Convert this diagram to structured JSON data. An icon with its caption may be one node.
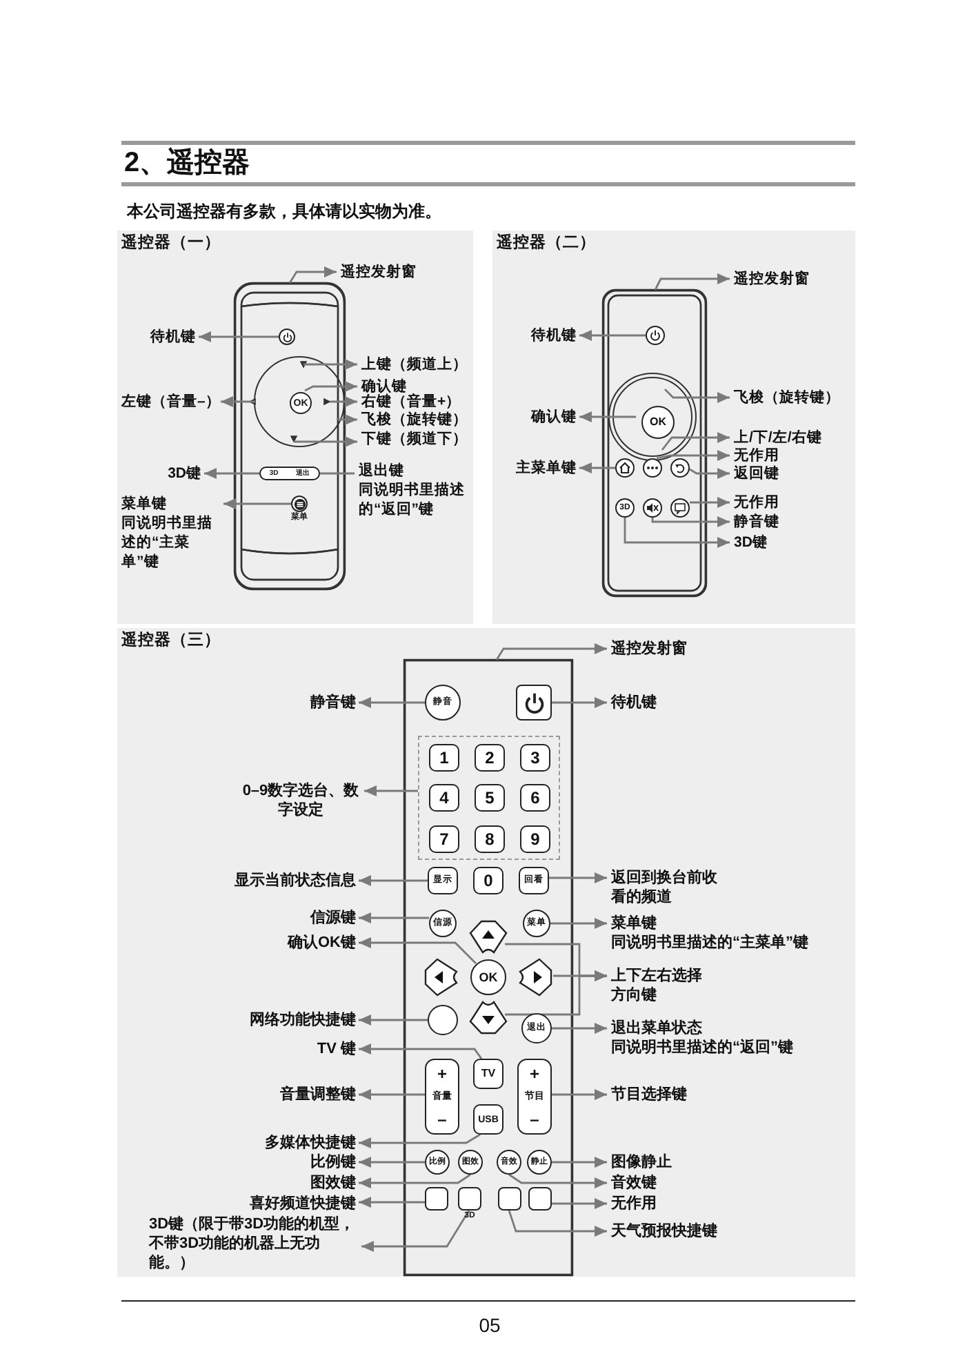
{
  "diagram": {
    "title": "2、遥控器",
    "nodes": [
      {
        "text": [
          "遥控器（一）"
        ]
      },
      {
        "text": [],
        "shape": "box",
        "in": 0
      },
      {
        "text": [
          "遥控发射窗"
        ],
        "in": 0
      },
      {
        "text": [],
        "shape": "circle",
        "in": 1
      },
      {
        "text": [
          "待机键"
        ],
        "in": 0
      },
      {
        "text": [],
        "shape": "circle",
        "in": 1
      },
      {
        "text": [
          "OK"
        ],
        "in": 5
      },
      {
        "text": [
          "上键（频道上）"
        ],
        "in": 0
      },
      {
        "text": [
          "确认键"
        ],
        "in": 0
      },
      {
        "text": [
          "右键（音量+）"
        ],
        "in": 0
      },
      {
        "text": [
          "飞梭（旋转键）"
        ],
        "in": 0
      },
      {
        "text": [
          "下键（频道下）"
        ],
        "in": 0
      },
      {
        "text": [
          "左键（音量–）"
        ],
        "in": 0
      },
      {
        "text": [
          "3D",
          "退出"
        ],
        "in": 1
      },
      {
        "text": [
          "3D键"
        ],
        "in": 0
      },
      {
        "text": [
          "退出键",
          "同说明书里描述的“返回”键"
        ],
        "in": 0
      },
      {
        "text": [],
        "shape": "circle",
        "beside": [
          "菜单"
        ],
        "in": 1
      },
      {
        "text": [
          "菜单键",
          "同说明书里描述的“主菜单”键"
        ],
        "in": 0
      },
      {
        "text": [
          "遥控器（二）"
        ]
      },
      {
        "text": [],
        "shape": "box",
        "in": 18
      },
      {
        "text": [
          "遥控发射窗"
        ],
        "in": 18
      },
      {
        "text": [],
        "shape": "circle",
        "in": 19
      },
      {
        "text": [
          "待机键"
        ],
        "in": 18
      },
      {
        "text": [],
        "shape": "circle",
        "in": 19
      },
      {
        "text": [
          "OK"
        ],
        "in": 23
      },
      {
        "text": [
          "飞梭（旋转键）"
        ],
        "in": 18
      },
      {
        "text": [
          "确认键"
        ],
        "in": 18
      },
      {
        "text": [
          "上/下/左/右键"
        ],
        "in": 18
      },
      {
        "text": [],
        "shape": "circle",
        "in": 19
      },
      {
        "text": [],
        "shape": "circle",
        "in": 19
      },
      {
        "text": [],
        "shape": "circle",
        "in": 19
      },
      {
        "text": [
          "无作用"
        ],
        "in": 18
      },
      {
        "text": [
          "返回键"
        ],
        "in": 18
      },
      {
        "text": [
          "主菜单键"
        ],
        "in": 18
      },
      {
        "text": [
          "3D"
        ],
        "in": 19
      },
      {
        "text": [],
        "shape": "circle",
        "in": 19
      },
      {
        "text": [],
        "shape": "circle",
        "in": 19
      },
      {
        "text": [
          "无作用"
        ],
        "in": 18
      },
      {
        "text": [
          "静音键"
        ],
        "in": 18
      },
      {
        "text": [
          "3D键"
        ],
        "in": 18
      },
      {
        "text": [
          "遥控器（三）"
        ]
      },
      {
        "text": [],
        "shape": "box",
        "in": 40
      },
      {
        "text": [
          "遥控发射窗"
        ],
        "in": 40
      },
      {
        "text": [
          "静音"
        ],
        "in": 41
      },
      {
        "text": [
          "静音键"
        ],
        "in": 40
      },
      {
        "text": [],
        "shape": "box",
        "in": 41
      },
      {
        "text": [
          "待机键"
        ],
        "in": 40
      },
      {
        "text": [],
        "shape": "box",
        "in": 41
      },
      {
        "text": [
          "1"
        ],
        "in": 47
      },
      {
        "text": [
          "2"
        ],
        "in": 47
      },
      {
        "text": [
          "3"
        ],
        "in": 47
      },
      {
        "text": [
          "4"
        ],
        "in": 47
      },
      {
        "text": [
          "5"
        ],
        "in": 47
      },
      {
        "text": [
          "6"
        ],
        "in": 47
      },
      {
        "text": [
          "7"
        ],
        "in": 47
      },
      {
        "text": [
          "8"
        ],
        "in": 47
      },
      {
        "text": [
          "9"
        ],
        "in": 47
      },
      {
        "text": [
          "0–9数字选台、数字设定"
        ],
        "in": 40
      },
      {
        "text": [
          "显示"
        ],
        "in": 41
      },
      {
        "text": [
          "0"
        ],
        "in": 41
      },
      {
        "text": [
          "回看"
        ],
        "in": 41
      },
      {
        "text": [
          "显示当前状态信息"
        ],
        "in": 40
      },
      {
        "text": [
          "返回到换台前收看的频道"
        ],
        "in": 40
      },
      {
        "text": [
          "信源"
        ],
        "in": 41
      },
      {
        "text": [
          "菜单"
        ],
        "in": 41
      },
      {
        "text": [
          "信源键"
        ],
        "in": 40
      },
      {
        "text": [
          "确认OK键"
        ],
        "in": 40
      },
      {
        "text": [
          "菜单键",
          "同说明书里描述的“主菜单”键"
        ],
        "in": 40
      },
      {
        "text": [],
        "shape": "box",
        "in": 41
      },
      {
        "text": [],
        "shape": "box",
        "in": 41
      },
      {
        "text": [
          "OK"
        ],
        "in": 41
      },
      {
        "text": [],
        "shape": "box",
        "in": 41
      },
      {
        "text": [],
        "shape": "box",
        "in": 41
      },
      {
        "text": [
          "上下左右选择方向键"
        ],
        "in": 40
      },
      {
        "text": [],
        "shape": "circle",
        "in": 41
      },
      {
        "text": [
          "网络功能快捷键"
        ],
        "in": 40
      },
      {
        "text": [
          "退出"
        ],
        "in": 41
      },
      {
        "text": [
          "退出菜单状态",
          "同说明书里描述的“返回”键"
        ],
        "in": 40
      },
      {
        "text": [
          "TV 键"
        ],
        "in": 40
      },
      {
        "text": [
          "TV"
        ],
        "in": 41
      },
      {
        "text": [
          "+",
          "音量",
          "–"
        ],
        "in": 41
      },
      {
        "text": [
          "音量调整键"
        ],
        "in": 40
      },
      {
        "text": [
          "+",
          "节目",
          "–"
        ],
        "in": 41
      },
      {
        "text": [
          "节目选择键"
        ],
        "in": 40
      },
      {
        "text": [
          "USB"
        ],
        "in": 41
      },
      {
        "text": [
          "多媒体快捷键"
        ],
        "in": 40
      },
      {
        "text": [
          "比例"
        ],
        "in": 41
      },
      {
        "text": [
          "图效"
        ],
        "in": 41
      },
      {
        "text": [
          "音效"
        ],
        "in": 41
      },
      {
        "text": [
          "静止"
        ],
        "in": 41
      },
      {
        "text": [
          "比例键"
        ],
        "in": 40
      },
      {
        "text": [
          "图像静止"
        ],
        "in": 40
      },
      {
        "text": [
          "图效键"
        ],
        "in": 40
      },
      {
        "text": [
          "音效键"
        ],
        "in": 40
      },
      {
        "text": [],
        "shape": "box",
        "in": 41
      },
      {
        "text": [],
        "shape": "box",
        "beside": [
          "3D"
        ],
        "in": 41
      },
      {
        "text": [],
        "shape": "box",
        "in": 41
      },
      {
        "text": [],
        "shape": "box",
        "in": 41
      },
      {
        "text": [
          "喜好频道快捷键"
        ],
        "in": 40
      },
      {
        "text": [
          "无作用"
        ],
        "in": 40
      },
      {
        "text": [
          "天气预报快捷键"
        ],
        "in": 40
      },
      {
        "text": [
          "3D键（限于带3D功能的机型，不带3D功能的机器上无功能。）"
        ],
        "in": 40
      }
    ],
    "edges": [
      {
        "from": 1,
        "to": 2,
        "arrow": "to"
      },
      {
        "from": 3,
        "to": 4,
        "arrow": "to"
      },
      {
        "from": 5,
        "to": 7,
        "arrow": "to"
      },
      {
        "from": 6,
        "to": 8,
        "arrow": "to"
      },
      {
        "from": 5,
        "to": 9,
        "arrow": "to"
      },
      {
        "from": 5,
        "to": 10,
        "arrow": "to"
      },
      {
        "from": 5,
        "to": 11,
        "arrow": "to"
      },
      {
        "from": 5,
        "to": 12,
        "arrow": "to"
      },
      {
        "from": 13,
        "to": 14,
        "arrow": "to"
      },
      {
        "from": 13,
        "to": 15,
        "arrow": "none"
      },
      {
        "from": 16,
        "to": 17,
        "arrow": "to"
      },
      {
        "from": 19,
        "to": 20,
        "arrow": "to"
      },
      {
        "from": 21,
        "to": 22,
        "arrow": "to"
      },
      {
        "from": 23,
        "to": 25,
        "arrow": "to"
      },
      {
        "from": 24,
        "to": 26,
        "arrow": "to"
      },
      {
        "from": 23,
        "to": 27,
        "arrow": "to"
      },
      {
        "from": 29,
        "to": 31,
        "arrow": "to"
      },
      {
        "from": 30,
        "to": 32,
        "arrow": "to"
      },
      {
        "from": 28,
        "to": 33,
        "arrow": "to"
      },
      {
        "from": 36,
        "to": 37,
        "arrow": "to"
      },
      {
        "from": 35,
        "to": 38,
        "arrow": "to"
      },
      {
        "from": 34,
        "to": 39,
        "arrow": "to"
      },
      {
        "from": 41,
        "to": 42,
        "arrow": "to"
      },
      {
        "from": 43,
        "to": 44,
        "arrow": "to"
      },
      {
        "from": 45,
        "to": 46,
        "arrow": "to"
      },
      {
        "from": 47,
        "to": 57,
        "arrow": "to"
      },
      {
        "from": 58,
        "to": 61,
        "arrow": "to"
      },
      {
        "from": 60,
        "to": 62,
        "arrow": "to"
      },
      {
        "from": 63,
        "to": 65,
        "arrow": "to"
      },
      {
        "from": 64,
        "to": 67,
        "arrow": "to"
      },
      {
        "from": 70,
        "to": 66,
        "arrow": "to"
      },
      {
        "from": 68,
        "to": 73,
        "arrow": "to"
      },
      {
        "from": 71,
        "to": 73,
        "arrow": "to"
      },
      {
        "from": 72,
        "to": 73,
        "arrow": "to"
      },
      {
        "from": 74,
        "to": 75,
        "arrow": "to"
      },
      {
        "from": 76,
        "to": 77,
        "arrow": "to"
      },
      {
        "from": 79,
        "to": 78,
        "arrow": "to"
      },
      {
        "from": 80,
        "to": 81,
        "arrow": "to"
      },
      {
        "from": 82,
        "to": 83,
        "arrow": "to"
      },
      {
        "from": 84,
        "to": 85,
        "arrow": "to"
      },
      {
        "from": 86,
        "to": 90,
        "arrow": "to"
      },
      {
        "from": 89,
        "to": 91,
        "arrow": "to"
      },
      {
        "from": 87,
        "to": 92,
        "arrow": "to"
      },
      {
        "from": 88,
        "to": 93,
        "arrow": "to"
      },
      {
        "from": 94,
        "to": 98,
        "arrow": "to"
      },
      {
        "from": 97,
        "to": 99,
        "arrow": "to"
      },
      {
        "from": 96,
        "to": 100,
        "arrow": "to"
      },
      {
        "from": 95,
        "to": 101,
        "arrow": "to"
      }
    ],
    "labels": [
      "本公司遥控器有多款，具体请以实物为准。",
      "05"
    ]
  }
}
